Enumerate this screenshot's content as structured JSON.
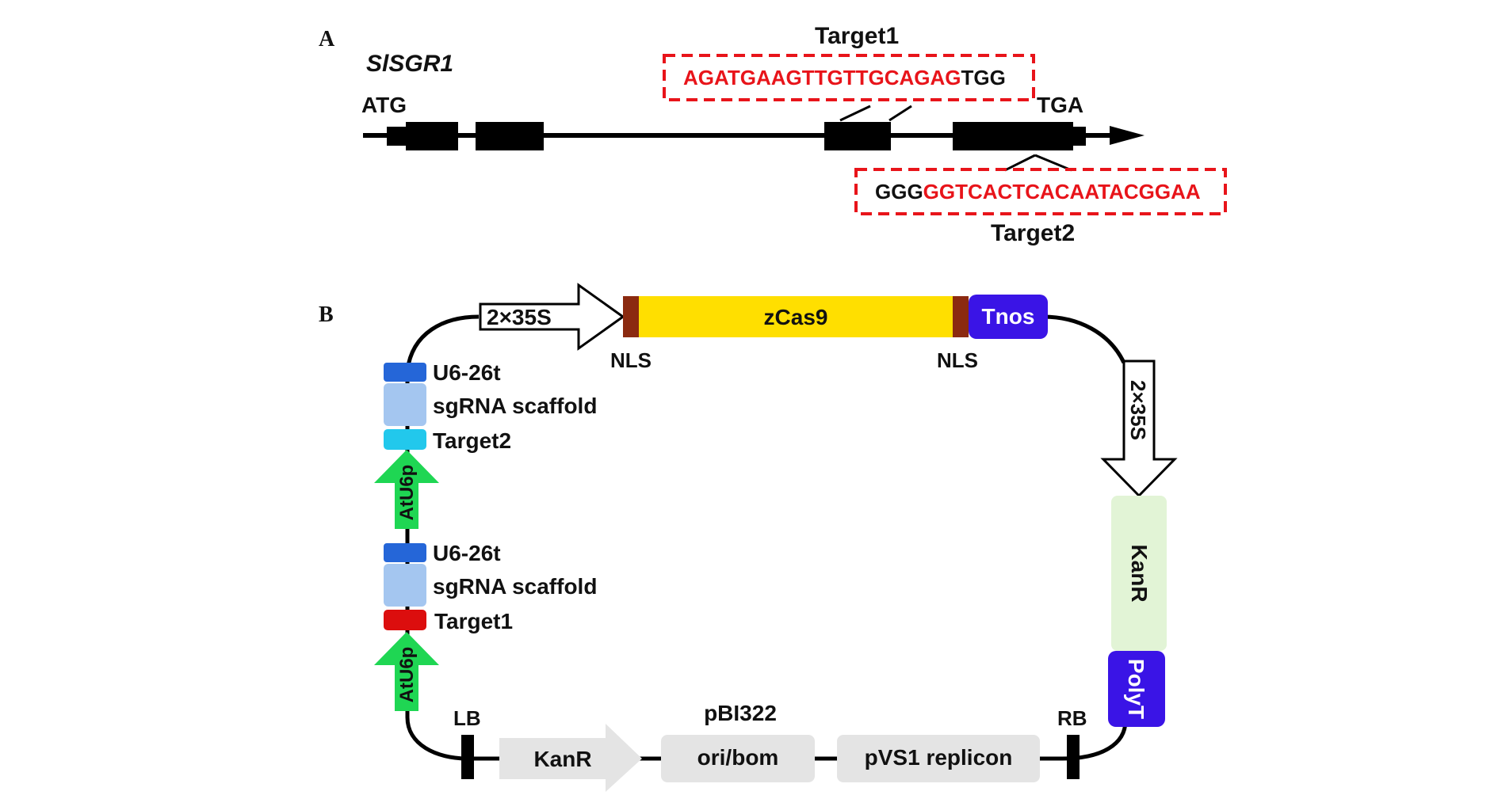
{
  "panel_a": {
    "letter": "A",
    "gene_name": "SlSGR1",
    "start_codon": "ATG",
    "stop_codon": "TGA",
    "target1": {
      "title": "Target1",
      "seq": "AGATGAAGTTGTTGCAGAG",
      "pam": "TGG"
    },
    "target2": {
      "title": "Target2",
      "pam": "GGG",
      "seq": "GGTCACTCACAATACGGAA"
    }
  },
  "panel_b": {
    "letter": "B",
    "promoter_top": "2×35S",
    "cas9": "zCas9",
    "nls_left": "NLS",
    "nls_right": "NLS",
    "terminator_top": "Tnos",
    "promoter_right": "2×35S",
    "kanr_right": "KanR",
    "polyt": "PolyT",
    "rb": "RB",
    "lb": "LB",
    "kanr_bottom": "KanR",
    "ori": "ori/bom",
    "pbi": "pBI322",
    "pvs1": "pVS1 replicon",
    "u6_26t_upper": "U6-26t",
    "scaffold_upper": "sgRNA scaffold",
    "target2_label": "Target2",
    "atu6p_upper": "AtU6p",
    "u6_26t_lower": "U6-26t",
    "scaffold_lower": "sgRNA scaffold",
    "target1_label": "Target1",
    "atu6p_lower": "AtU6p"
  },
  "colors": {
    "target_red": "#e8141a",
    "cas9_yellow": "#ffdf00",
    "nls_brown": "#8b2a10",
    "tnos_blue": "#3a14e6",
    "kanr_green": "#e2f4d6",
    "atu6p_green": "#1fd653",
    "u6_blue": "#2566d8",
    "scaffold_blue": "#a4c6f0",
    "target2_cyan": "#22c8ec",
    "target1_red": "#dc0e0e",
    "gray_box": "#e4e4e4"
  }
}
